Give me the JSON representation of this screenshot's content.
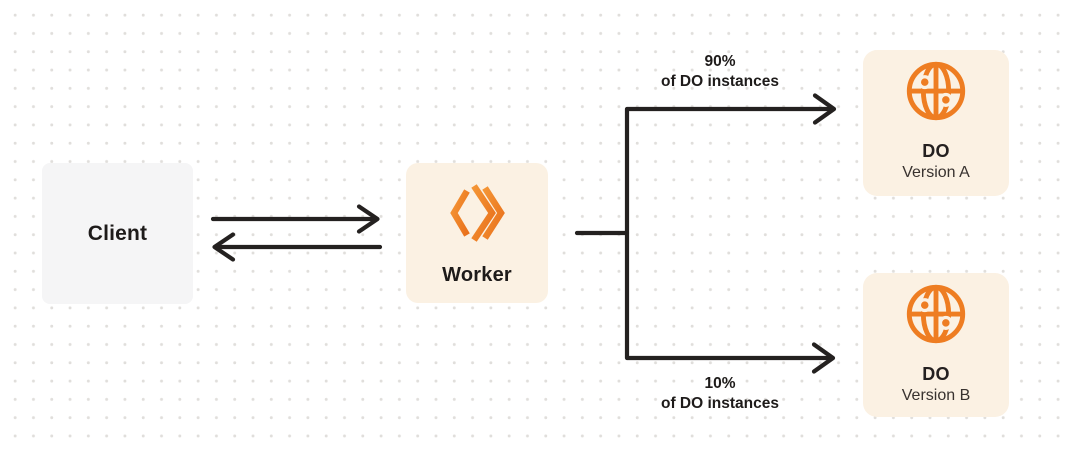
{
  "canvas": {
    "background": "#ffffff",
    "dot_color": "#e0dedb"
  },
  "nodes": {
    "client": {
      "label": "Client",
      "bg": "#f5f5f6"
    },
    "worker": {
      "label": "Worker",
      "bg": "#fbf1e3",
      "icon": "cloudflare-workers-icon"
    },
    "do_version_a": {
      "title": "DO",
      "subtitle": "Version A",
      "bg": "#fbf1e3",
      "icon": "durable-object-globe-icon"
    },
    "do_version_b": {
      "title": "DO",
      "subtitle": "Version B",
      "bg": "#fbf1e3",
      "icon": "durable-object-globe-icon"
    }
  },
  "edges": {
    "client_worker": {
      "type": "bidirectional-arrows"
    },
    "split_top": {
      "percent": "90%",
      "caption": "of DO instances",
      "target": "DO Version A"
    },
    "split_bottom": {
      "percent": "10%",
      "caption": "of DO instances",
      "target": "DO Version B"
    }
  },
  "colors": {
    "orange": "#ee7d22",
    "orange_gradient_start": "#f49535",
    "orange_gradient_end": "#e9711c",
    "arrow": "#242120",
    "text_dark": "#1e1b1a",
    "text_secondary": "#38322f",
    "cream": "#fbf1e3",
    "client_bg": "#f5f5f6"
  }
}
